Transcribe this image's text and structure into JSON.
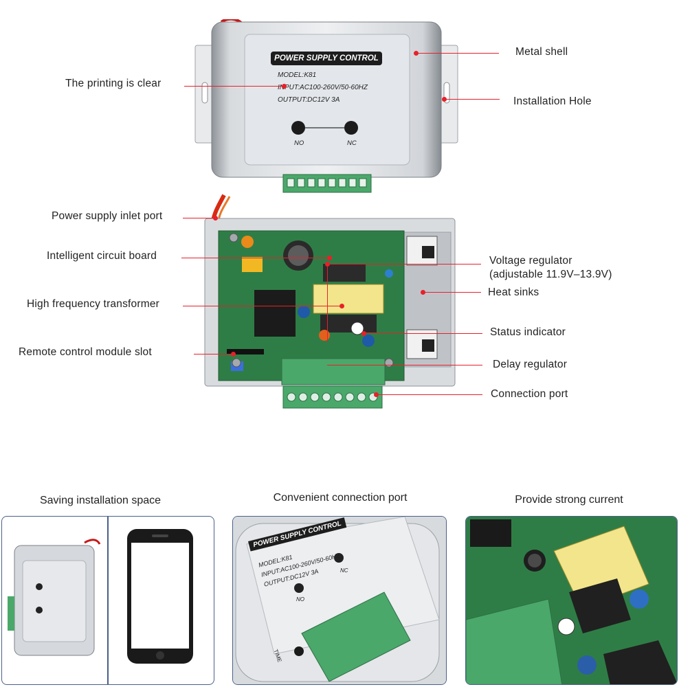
{
  "device": {
    "label_title": "POWER SUPPLY CONTROL",
    "model": "MODEL:K81",
    "input": "INPUT:AC100-260V/50-60HZ",
    "output": "OUTPUT:DC12V 3A",
    "no_label": "NO",
    "nc_label": "NC",
    "time_label": "TIME"
  },
  "callouts": {
    "metal_shell": "Metal shell",
    "installation_hole": "Installation Hole",
    "printing_clear": "The printing is clear",
    "power_inlet": "Power supply inlet port",
    "circuit_board": "Intelligent circuit board",
    "transformer": "High frequency transformer",
    "remote_slot": "Remote control module slot",
    "voltage_regulator_1": "Voltage regulator",
    "voltage_regulator_2": "(adjustable 11.9V–13.9V)",
    "heat_sinks": "Heat sinks",
    "status_indicator": "Status indicator",
    "delay_regulator": "Delay regulator",
    "connection_port": "Connection port"
  },
  "captions": {
    "saving_space": "Saving installation space",
    "convenient_port": "Convenient connection port",
    "strong_current": "Provide strong current"
  },
  "colors": {
    "accent": "#e8202a",
    "pcb_green": "#2f7d46",
    "terminal_green": "#4aa86a",
    "panel_border": "#4a5f8a"
  }
}
